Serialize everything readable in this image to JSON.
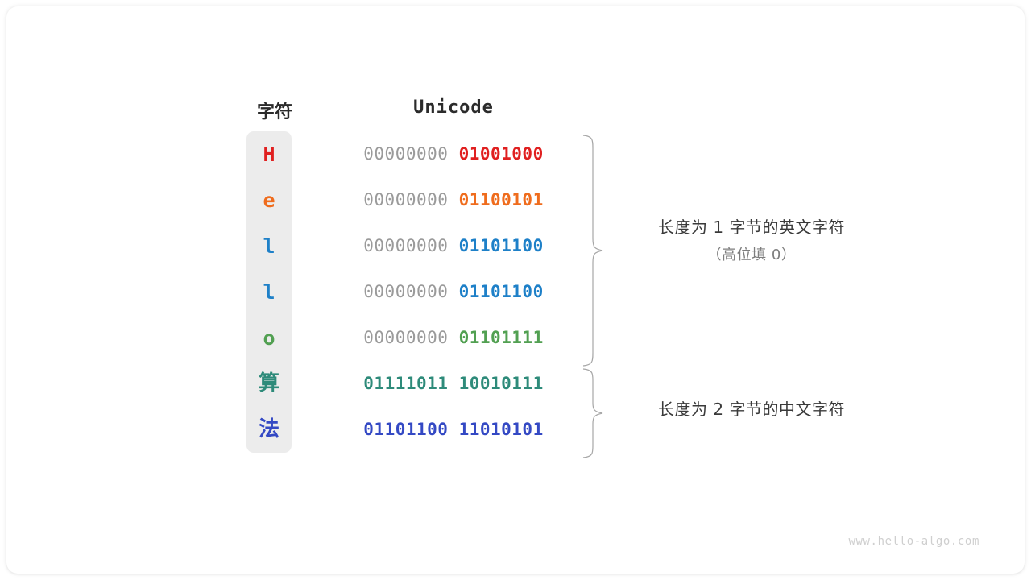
{
  "watermark": "www.hello-algo.com",
  "headers": {
    "char": "字符",
    "unicode": "Unicode"
  },
  "colors": {
    "strip_bg": "#ececec",
    "high_bits": "#9a9a9a",
    "brace": "#a6a6a6",
    "red": "#e02020",
    "orange": "#ef6c1d",
    "blue": "#1e80c8",
    "green": "#52a052",
    "teal": "#2e8b7a",
    "indigo": "#3449c4",
    "annotation": "#3a3a3a",
    "annotation_sub": "#7d7d7d",
    "watermark": "#cfcfcf"
  },
  "rows": [
    {
      "char": "H",
      "color": "#e02020",
      "high": "00000000",
      "low": "01001000",
      "cjk": false
    },
    {
      "char": "e",
      "color": "#ef6c1d",
      "high": "00000000",
      "low": "01100101",
      "cjk": false
    },
    {
      "char": "l",
      "color": "#1e80c8",
      "high": "00000000",
      "low": "01101100",
      "cjk": false
    },
    {
      "char": "l",
      "color": "#1e80c8",
      "high": "00000000",
      "low": "01101100",
      "cjk": false
    },
    {
      "char": "o",
      "color": "#52a052",
      "high": "00000000",
      "low": "01101111",
      "cjk": false
    },
    {
      "char": "算",
      "color": "#2e8b7a",
      "high": "",
      "low": "01111011 10010111",
      "cjk": true
    },
    {
      "char": "法",
      "color": "#3449c4",
      "high": "",
      "low": "01101100 11010101",
      "cjk": true
    }
  ],
  "annotations": [
    {
      "main": "长度为 1 字节的英文字符",
      "sub": "（高位填 0）"
    },
    {
      "main": "长度为 2 字节的中文字符",
      "sub": ""
    }
  ]
}
